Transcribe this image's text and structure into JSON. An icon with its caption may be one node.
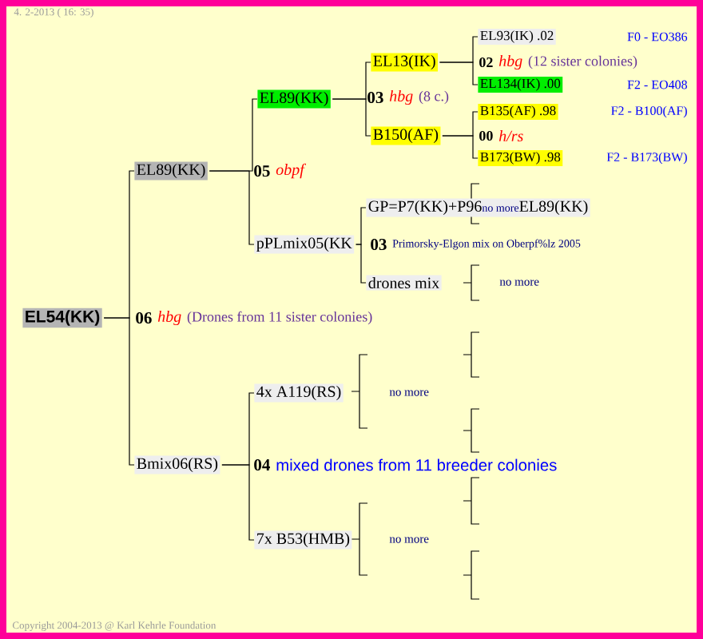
{
  "diagram": {
    "nodes": [
      {
        "text": [
          "EL54(KK)"
        ]
      },
      {
        "text": [
          "EL89(KK)"
        ]
      },
      {
        "text": [
          "Bmix06(RS)"
        ]
      },
      {
        "text": [
          "EL89(KK)"
        ]
      },
      {
        "text": [
          "pPLmix05(KK"
        ]
      },
      {
        "text": [
          "EL13(IK)"
        ]
      },
      {
        "text": [
          "B150(AF)"
        ]
      },
      {
        "text": [
          "EL93(IK) .02"
        ]
      },
      {
        "text": [
          "EL134(IK) .00"
        ]
      },
      {
        "text": [
          "B135(AF) .98"
        ]
      },
      {
        "text": [
          "B173(BW) .98"
        ]
      },
      {
        "text": [
          "GP=P7(KK)+P96",
          "no more",
          "EL89(KK)"
        ]
      },
      {
        "text": [
          "drones mix"
        ]
      },
      {
        "text": [
          "4x A119(RS)"
        ]
      },
      {
        "text": [
          "7x B53(HMB)"
        ]
      }
    ],
    "edges": [
      {
        "from": 0,
        "to": 1,
        "arrow": "none"
      },
      {
        "from": 0,
        "to": 2,
        "arrow": "none"
      },
      {
        "from": 1,
        "to": 3,
        "arrow": "none"
      },
      {
        "from": 1,
        "to": 4,
        "arrow": "none"
      },
      {
        "from": 3,
        "to": 5,
        "arrow": "none"
      },
      {
        "from": 3,
        "to": 6,
        "arrow": "none"
      },
      {
        "from": 5,
        "to": 7,
        "arrow": "none"
      },
      {
        "from": 5,
        "to": 8,
        "arrow": "none"
      },
      {
        "from": 6,
        "to": 9,
        "arrow": "none"
      },
      {
        "from": 6,
        "to": 10,
        "arrow": "none"
      },
      {
        "from": 4,
        "to": 11,
        "arrow": "none"
      },
      {
        "from": 4,
        "to": 12,
        "arrow": "none"
      },
      {
        "from": 2,
        "to": 13,
        "arrow": "none"
      },
      {
        "from": 2,
        "to": 14,
        "arrow": "none"
      }
    ],
    "labels": [
      "4. 2-2013 ( 16: 35)",
      "F0 - EO386",
      "02",
      "hbg",
      "(12 sister colonies)",
      "03",
      "hbg",
      "(8 c.)",
      "F2 - EO408",
      "F2 - B100(AF)",
      "00",
      "h/rs",
      "F2 - B173(BW)",
      "05",
      "obpf",
      "03",
      "Primorsky-Elgon mix on Oberpf%lz 2005",
      "no more",
      "06",
      "hbg",
      "(Drones from 11 sister colonies)",
      "no more",
      "04",
      "mixed drones from 11 breeder colonies",
      "no more",
      "Copyright 2004-2013 @ Karl Kehrle Foundation"
    ]
  }
}
